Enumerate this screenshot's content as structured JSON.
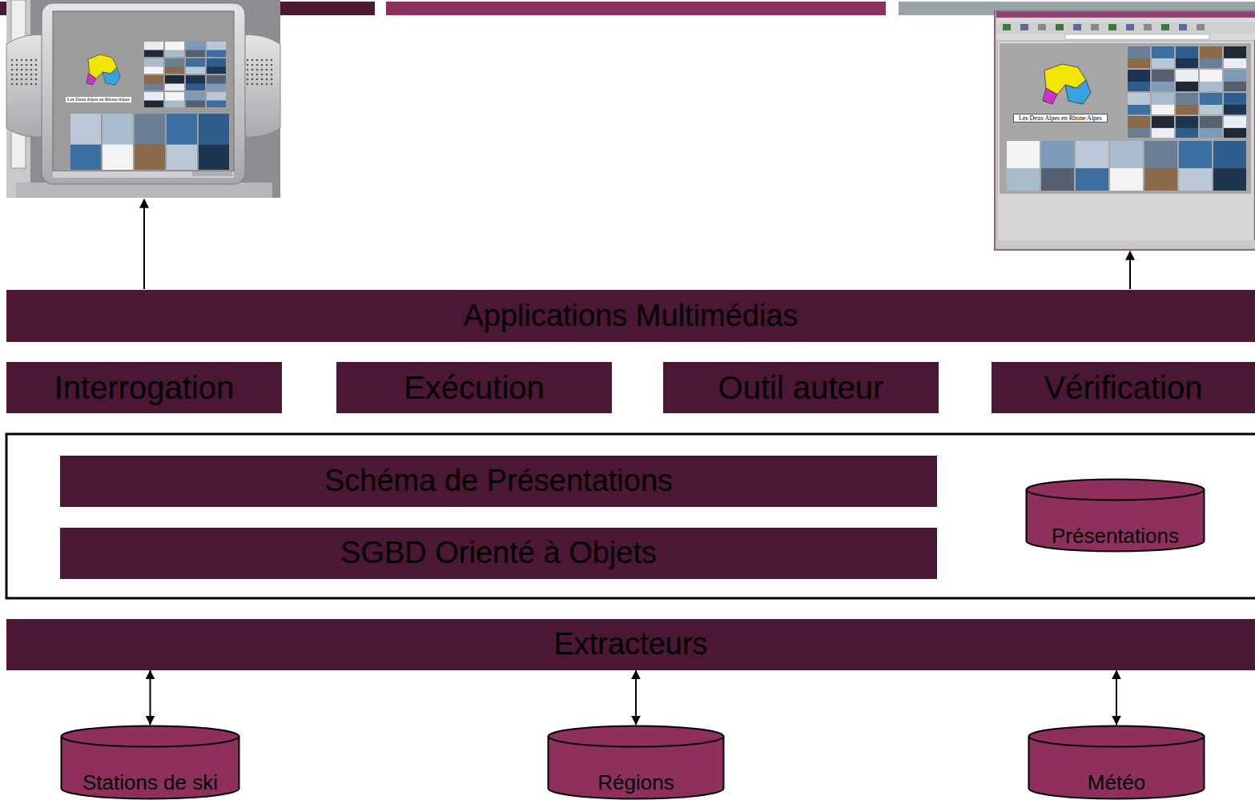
{
  "diagram": {
    "nodes": [
      {
        "text": [
          "Applications Multimédias"
        ]
      },
      {
        "text": [
          "Interrogation"
        ]
      },
      {
        "text": [
          "Exécution"
        ]
      },
      {
        "text": [
          "Outil auteur"
        ]
      },
      {
        "text": [
          "Vérification"
        ]
      },
      {
        "text": [
          "Schéma de Présentations"
        ]
      },
      {
        "text": [
          "SGBD Orienté à Objets"
        ]
      },
      {
        "text": [
          "Présentations"
        ]
      },
      {
        "text": [
          "Extracteurs"
        ]
      },
      {
        "text": [
          "Stations de ski"
        ]
      },
      {
        "text": [
          "Régions"
        ]
      },
      {
        "text": [
          "Météo"
        ]
      }
    ],
    "edges": [
      {
        "from": 8,
        "to": 9,
        "arrow": "both"
      },
      {
        "from": 8,
        "to": 10,
        "arrow": "both"
      },
      {
        "from": 8,
        "to": 11,
        "arrow": "both"
      }
    ],
    "labels": [
      "Les Deux Alpes en Rhone Alpes",
      "Les Deux Alpes en Rhone Alpes"
    ]
  }
}
